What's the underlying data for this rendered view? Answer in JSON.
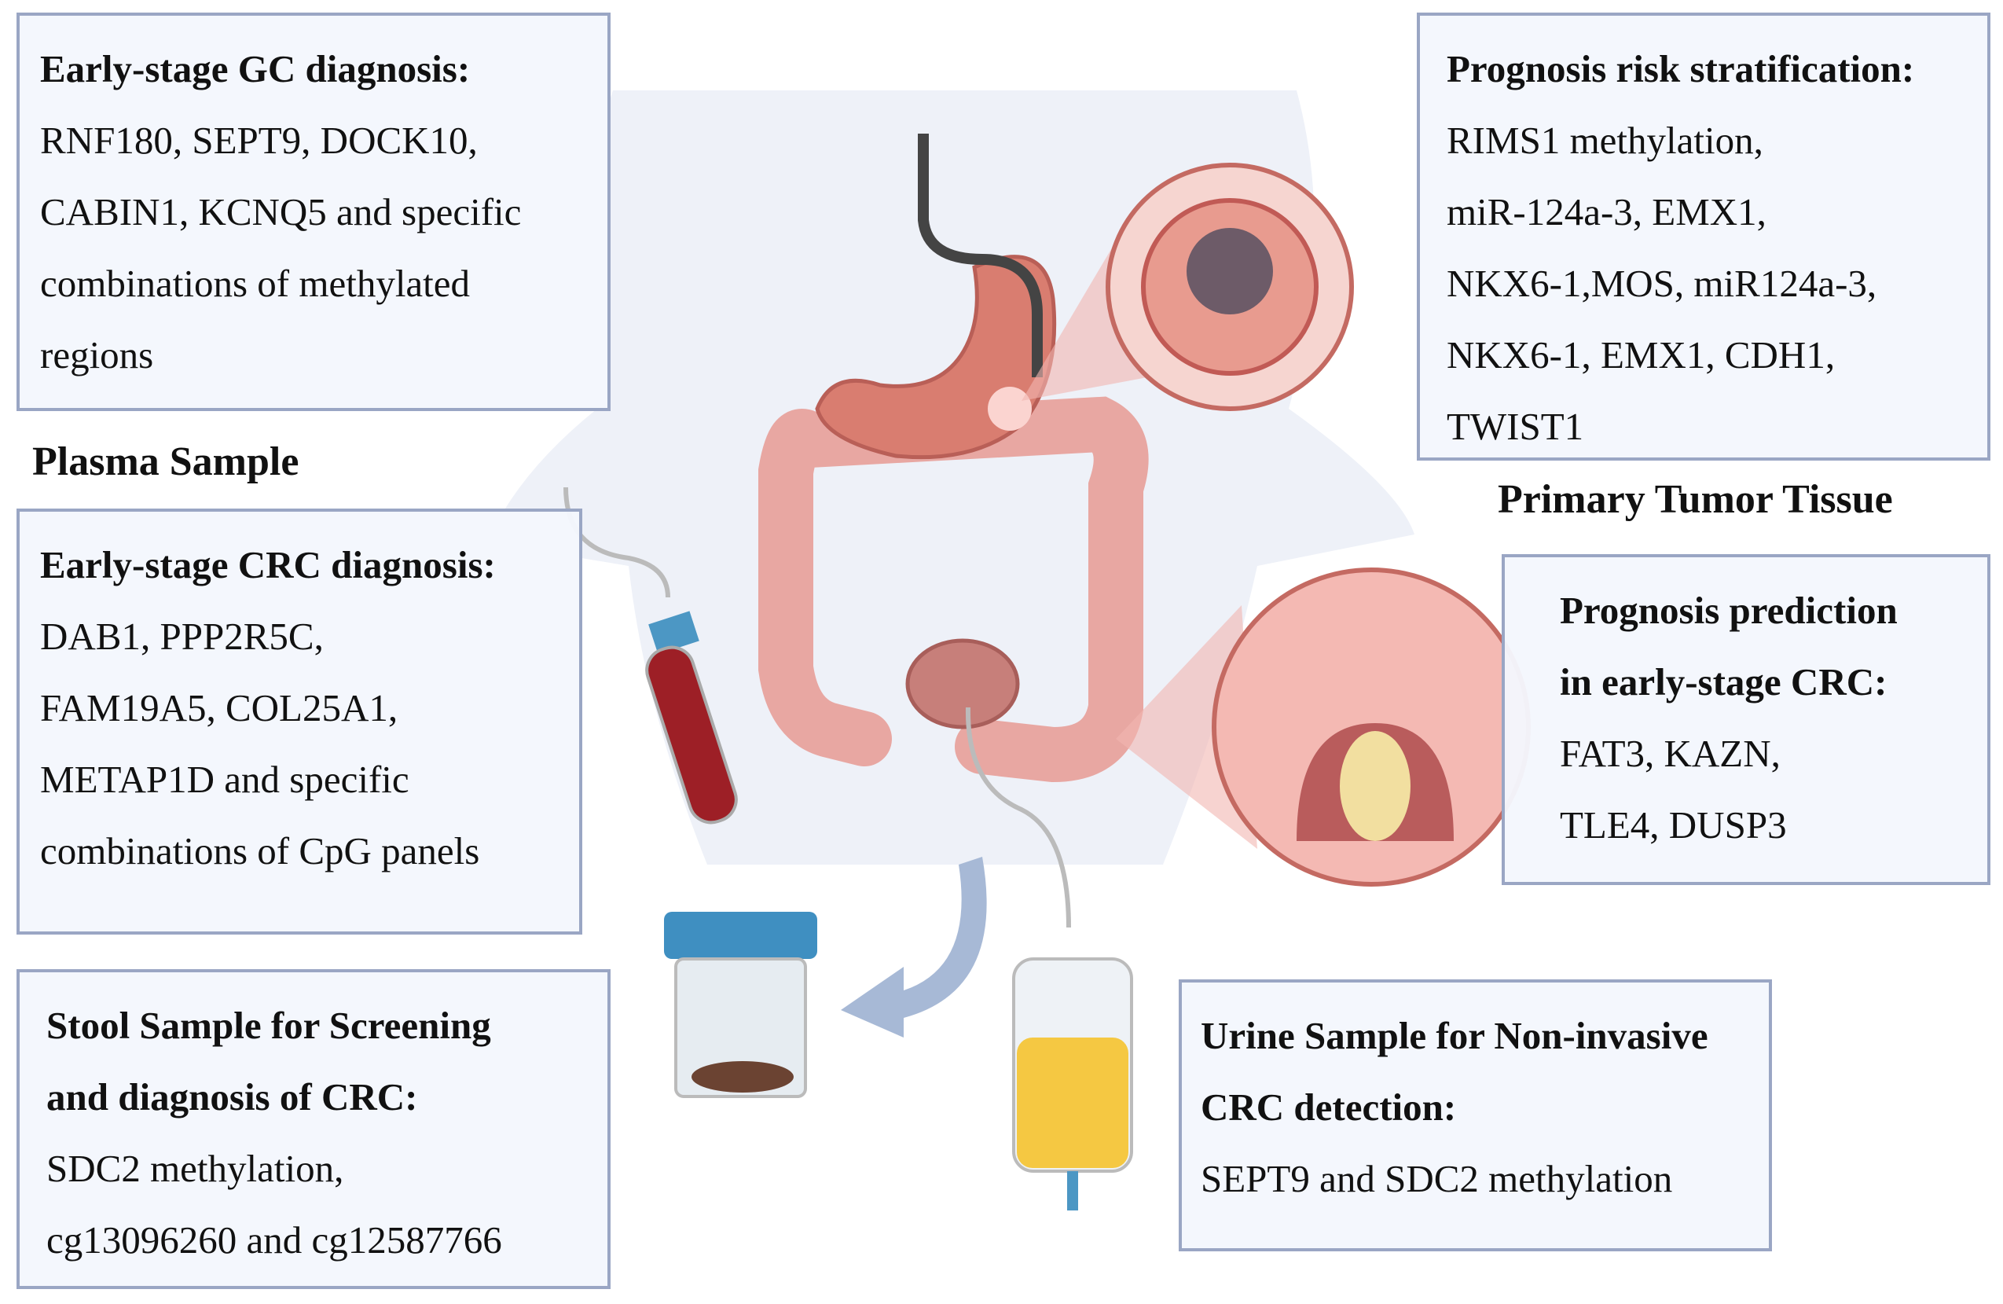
{
  "gc_box": {
    "title": "Early-stage GC diagnosis:",
    "lines": [
      "RNF180, SEPT9, DOCK10,",
      "CABIN1, KCNQ5 and specific",
      "combinations of methylated",
      "regions"
    ]
  },
  "plasma_label": "Plasma Sample",
  "crc_box": {
    "title": "Early-stage CRC diagnosis:",
    "lines": [
      "DAB1, PPP2R5C,",
      "FAM19A5, COL25A1,",
      "METAP1D and specific",
      "combinations of CpG panels"
    ]
  },
  "stool_box": {
    "title_lines": [
      "Stool Sample for Screening",
      "and diagnosis of CRC:"
    ],
    "lines": [
      "SDC2 methylation,",
      "cg13096260 and cg12587766"
    ]
  },
  "risk_box": {
    "title": "Prognosis risk stratification:",
    "lines": [
      "RIMS1 methylation,",
      "miR-124a-3, EMX1,",
      "NKX6-1,MOS, miR124a-3,",
      "NKX6-1, EMX1, CDH1,",
      "TWIST1"
    ]
  },
  "tumor_label": "Primary Tumor Tissue",
  "prediction_box": {
    "title_lines": [
      "Prognosis prediction",
      "in early-stage CRC:"
    ],
    "lines": [
      "FAT3, KAZN,",
      "TLE4, DUSP3"
    ]
  },
  "urine_box": {
    "title_lines": [
      "Urine Sample for Non-invasive",
      "CRC detection:"
    ],
    "lines": [
      "SEPT9 and SDC2 methylation"
    ]
  }
}
